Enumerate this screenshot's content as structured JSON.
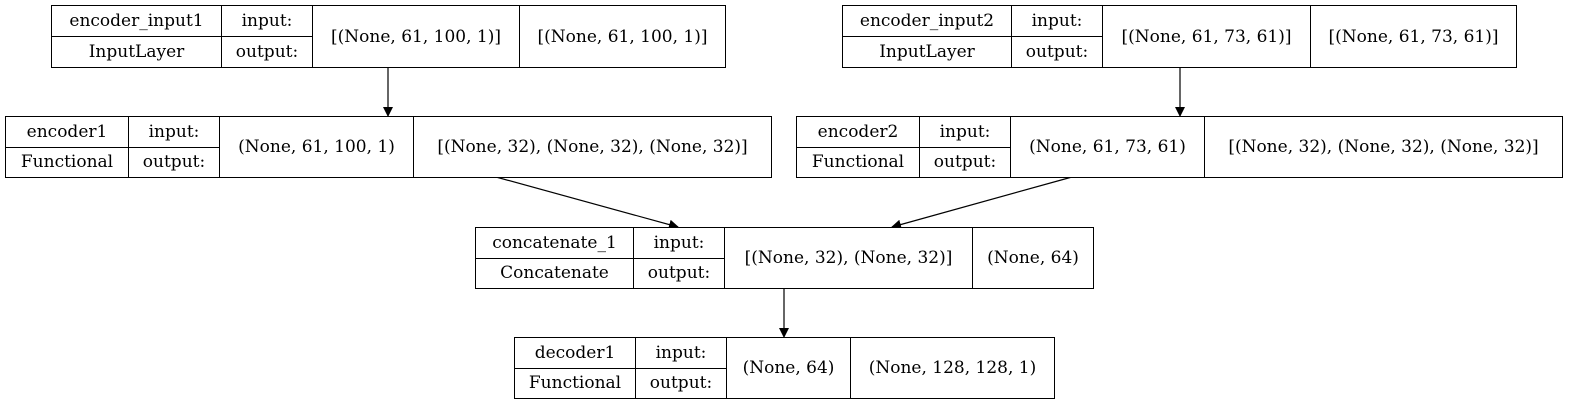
{
  "nodes": {
    "encoder_input1": {
      "name": "encoder_input1",
      "type": "InputLayer",
      "input_label": "input:",
      "output_label": "output:",
      "input_shape": "[(None, 61, 100, 1)]",
      "output_shape": "[(None, 61, 100, 1)]"
    },
    "encoder_input2": {
      "name": "encoder_input2",
      "type": "InputLayer",
      "input_label": "input:",
      "output_label": "output:",
      "input_shape": "[(None, 61, 73, 61)]",
      "output_shape": "[(None, 61, 73, 61)]"
    },
    "encoder1": {
      "name": "encoder1",
      "type": "Functional",
      "input_label": "input:",
      "output_label": "output:",
      "input_shape": "(None, 61, 100, 1)",
      "output_shape": "[(None, 32), (None, 32), (None, 32)]"
    },
    "encoder2": {
      "name": "encoder2",
      "type": "Functional",
      "input_label": "input:",
      "output_label": "output:",
      "input_shape": "(None, 61, 73, 61)",
      "output_shape": "[(None, 32), (None, 32), (None, 32)]"
    },
    "concatenate_1": {
      "name": "concatenate_1",
      "type": "Concatenate",
      "input_label": "input:",
      "output_label": "output:",
      "input_shape": "[(None, 32), (None, 32)]",
      "output_shape": "(None, 64)"
    },
    "decoder1": {
      "name": "decoder1",
      "type": "Functional",
      "input_label": "input:",
      "output_label": "output:",
      "input_shape": "(None, 64)",
      "output_shape": "(None, 128, 128, 1)"
    }
  },
  "edges": [
    {
      "from": "encoder_input1",
      "to": "encoder1"
    },
    {
      "from": "encoder_input2",
      "to": "encoder2"
    },
    {
      "from": "encoder1",
      "to": "concatenate_1"
    },
    {
      "from": "encoder2",
      "to": "concatenate_1"
    },
    {
      "from": "concatenate_1",
      "to": "decoder1"
    }
  ]
}
